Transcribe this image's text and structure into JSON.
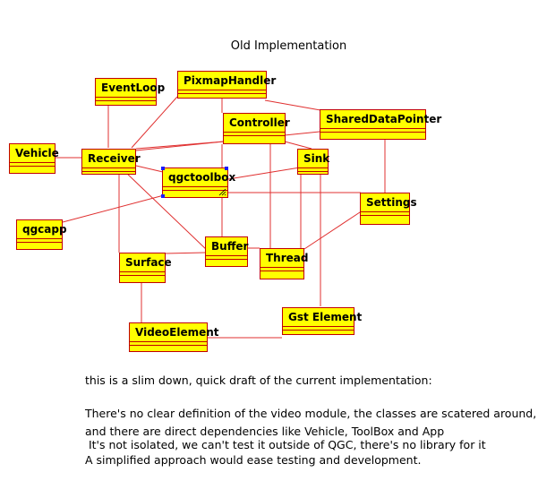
{
  "title": "Old Implementation",
  "classes": {
    "eventloop": "EventLoop",
    "pixmaphandler": "PixmapHandler",
    "controller": "Controller",
    "shareddatapointer": "SharedDataPointer",
    "vehicle": "Vehicle",
    "receiver": "Receiver",
    "qgctoolbox": "qgctoolbox",
    "sink": "Sink",
    "settings": "Settings",
    "qgcapp": "qgcapp",
    "buffer": "Buffer",
    "surface": "Surface",
    "thread": "Thread",
    "gstelement": "Gst Element",
    "videoelement": "VideoElement"
  },
  "notes": [
    "this is a slim down, quick draft of the current implementation:",
    "There's no clear definition of the video module, the classes are scatered around,",
    "and there are direct dependencies like Vehicle, ToolBox and App",
    " It's not isolated, we can't test it outside of QGC, there's no library for it",
    "A simplified approach would ease testing and development."
  ],
  "colors": {
    "box_fill": "#ffff00",
    "box_border": "#c00000",
    "line": "#e03030",
    "handle": "#1a1aff"
  }
}
